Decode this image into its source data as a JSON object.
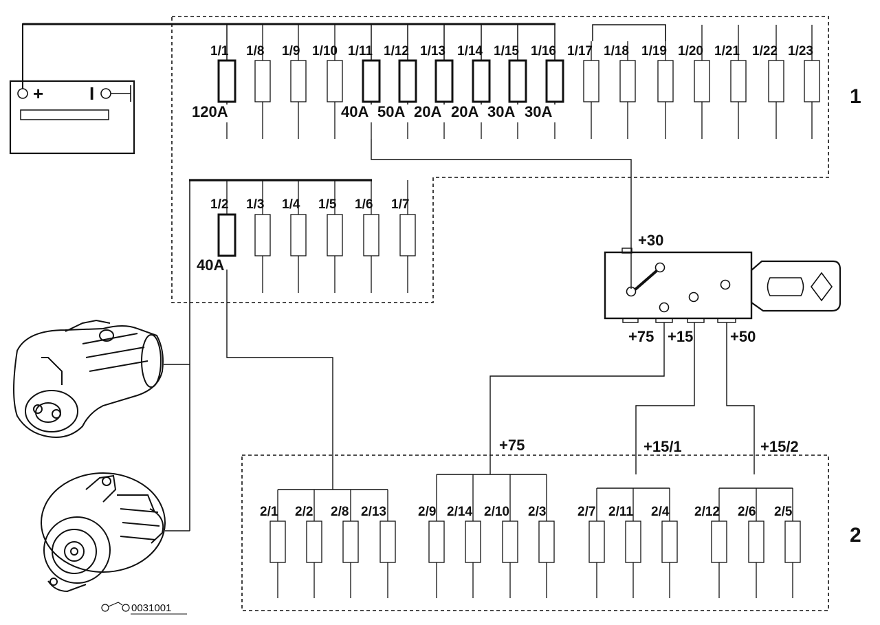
{
  "box1": {
    "label": "1",
    "row1": [
      "1/1",
      "1/8",
      "1/9",
      "1/10",
      "1/11",
      "1/12",
      "1/13",
      "1/14",
      "1/15",
      "1/16",
      "1/17",
      "1/18",
      "1/19",
      "1/20",
      "1/21",
      "1/22",
      "1/23"
    ],
    "row2": [
      "1/2",
      "1/3",
      "1/4",
      "1/5",
      "1/6",
      "1/7"
    ],
    "ratings": {
      "f1_1": "120A",
      "f1_2": "40A",
      "f1_11": "40A",
      "f1_12": "50A",
      "f1_13": "20A",
      "f1_14": "20A",
      "f1_15": "30A",
      "f1_16": "30A"
    }
  },
  "box2": {
    "label": "2",
    "group_a": [
      "2/1",
      "2/2",
      "2/8",
      "2/13"
    ],
    "group_b": [
      "2/9",
      "2/14",
      "2/10",
      "2/3"
    ],
    "group_c": [
      "2/7",
      "2/11",
      "2/4"
    ],
    "group_d": [
      "2/12",
      "2/6",
      "2/5"
    ]
  },
  "ignition": {
    "term_30": "+30",
    "term_75": "+75",
    "term_15": "+15",
    "term_50": "+50"
  },
  "buses": {
    "bus_75": "+75",
    "bus_15_1": "+15/1",
    "bus_15_2": "+15/2"
  },
  "battery": {
    "plus": "+",
    "minus": "I"
  },
  "reference": "0031001"
}
